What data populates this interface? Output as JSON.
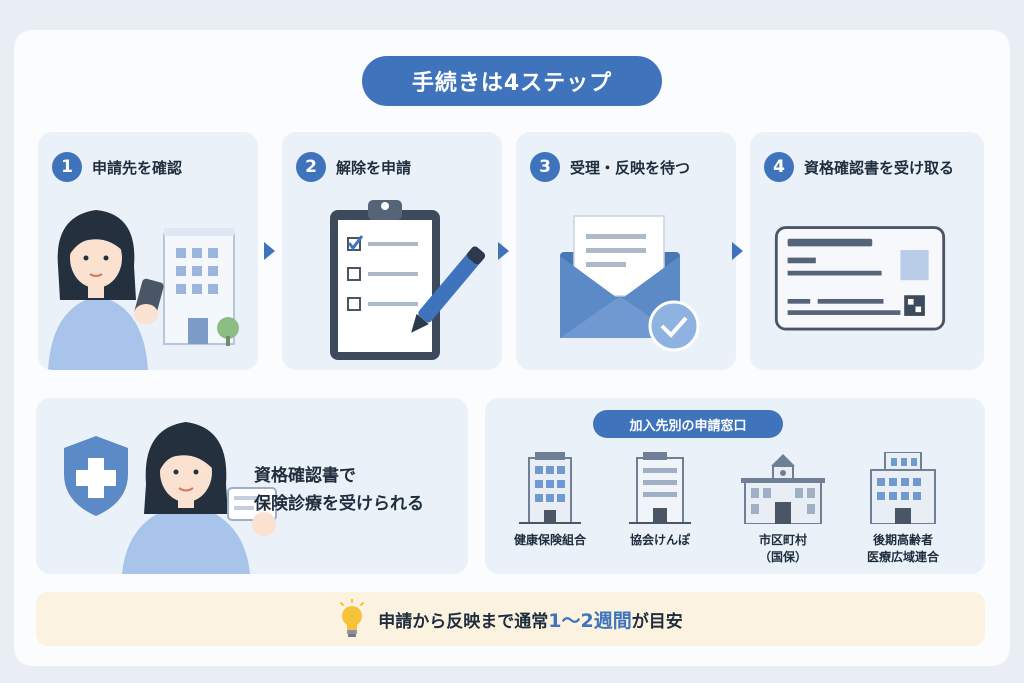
{
  "title": "手続きは4ステップ",
  "steps": [
    {
      "number": "1",
      "label": "申請先を確認",
      "icon": "woman-phone-building-icon"
    },
    {
      "number": "2",
      "label": "解除を申請",
      "icon": "clipboard-checklist-pen-icon"
    },
    {
      "number": "3",
      "label": "受理・反映を待つ",
      "icon": "envelope-check-icon"
    },
    {
      "number": "4",
      "label": "資格確認書を受け取る",
      "icon": "qualification-card-icon"
    }
  ],
  "benefit": {
    "line1": "資格確認書で",
    "line2": "保険診療を受けられる",
    "icons": [
      "medical-shield-icon",
      "woman-holding-card-icon"
    ]
  },
  "offices": {
    "title": "加入先別の申請窓口",
    "items": [
      {
        "label": "健康保険組合",
        "icon": "office-building-icon"
      },
      {
        "label": "協会けんぽ",
        "icon": "office-building-icon"
      },
      {
        "label": "市区町村\n（国保）",
        "icon": "city-hall-icon"
      },
      {
        "label": "後期高齢者\n医療広域連合",
        "icon": "office-building-icon"
      }
    ]
  },
  "tip": {
    "prefix": "申請から反映まで通常",
    "highlight": "1～2週間",
    "suffix": "が目安",
    "icon": "lightbulb-icon"
  },
  "colors": {
    "accent": "#3f74bd",
    "card_bg": "#eaf1f9",
    "tip_bg": "#fbf3df",
    "bulb": "#f5c23a"
  }
}
